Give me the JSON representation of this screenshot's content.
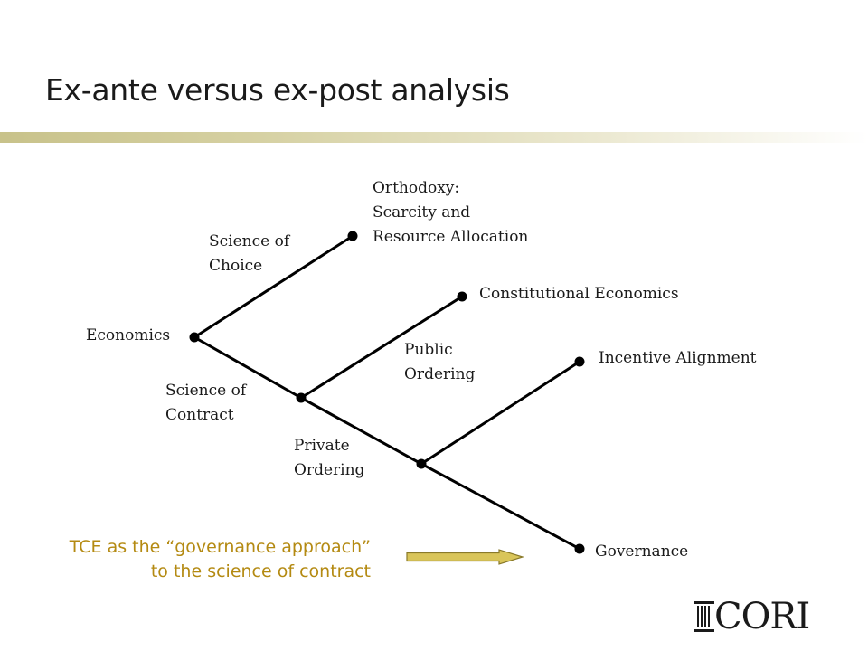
{
  "slide": {
    "title": "Ex-ante versus ex-post analysis",
    "accent_color": "#c8c28a"
  },
  "diagram": {
    "root": "Economics",
    "branch_choice": {
      "line1": "Science of",
      "line2": "Choice"
    },
    "branch_contract": {
      "line1": "Science of",
      "line2": "Contract"
    },
    "leaf_orthodoxy": {
      "line1": "Orthodoxy:",
      "line2": "Scarcity and",
      "line3": "Resource Allocation"
    },
    "branch_public": {
      "line1": "Public",
      "line2": "Ordering"
    },
    "leaf_constitutional": "Constitutional Economics",
    "branch_private": {
      "line1": "Private",
      "line2": "Ordering"
    },
    "leaf_incentive": "Incentive Alignment",
    "leaf_governance": "Governance"
  },
  "note": {
    "line1": "TCE as the “governance approach”",
    "line2": "to the science of contract",
    "color": "#b48a12"
  },
  "logo": {
    "text": "CORI",
    "icon": "column-icon"
  }
}
